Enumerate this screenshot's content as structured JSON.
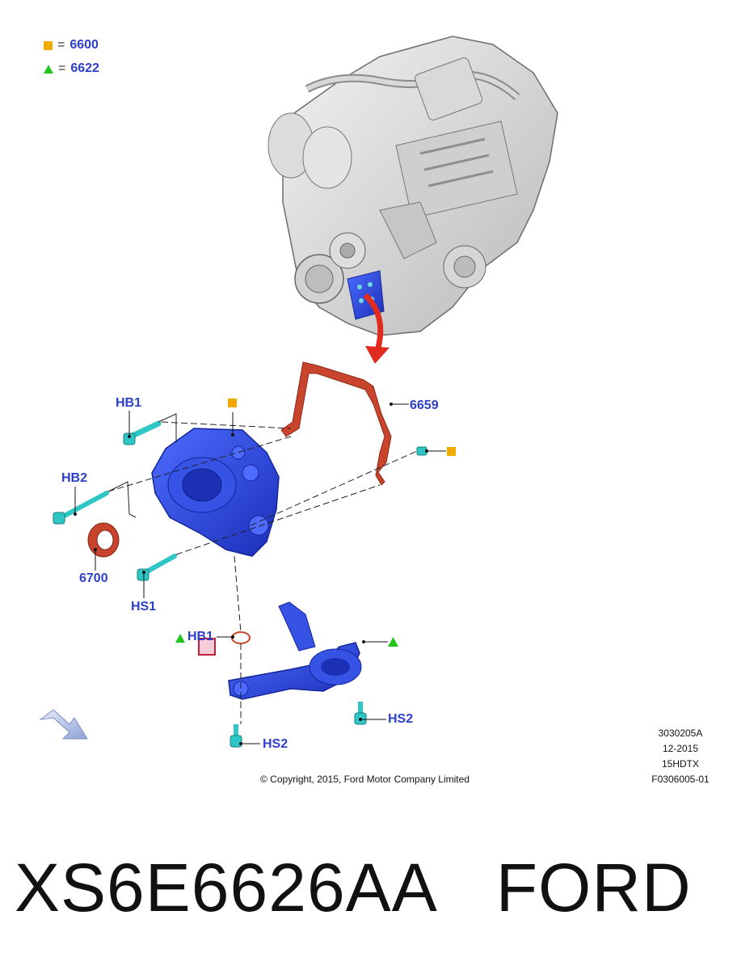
{
  "legend": [
    {
      "marker": "square",
      "color": "#f2a900",
      "eq": "=",
      "code": "6600"
    },
    {
      "marker": "triangle",
      "color": "#22c41e",
      "eq": "=",
      "code": "6622"
    }
  ],
  "callouts": {
    "hb1_top": "HB1",
    "hb2": "HB2",
    "seal": "6700",
    "hs1": "HS1",
    "gasket": "6659",
    "hb1_lower": "HB1",
    "hs2_right": "HS2",
    "hs2_bottom": "HS2"
  },
  "meta": {
    "line1": "3030205A",
    "line2": "12-2015",
    "line3": "15HDTX",
    "line4": "F0306005-01"
  },
  "copyright": "© Copyright, 2015, Ford Motor Company Limited",
  "caption": {
    "part_number": "XS6E6626AA",
    "brand": "FORD"
  },
  "colors": {
    "part_blue": "#2a47d6",
    "gasket_red": "#c8442c",
    "bolt_teal": "#2fc6c6",
    "label_blue": "#2c3fc9",
    "arrow_red": "#e02b1e"
  }
}
